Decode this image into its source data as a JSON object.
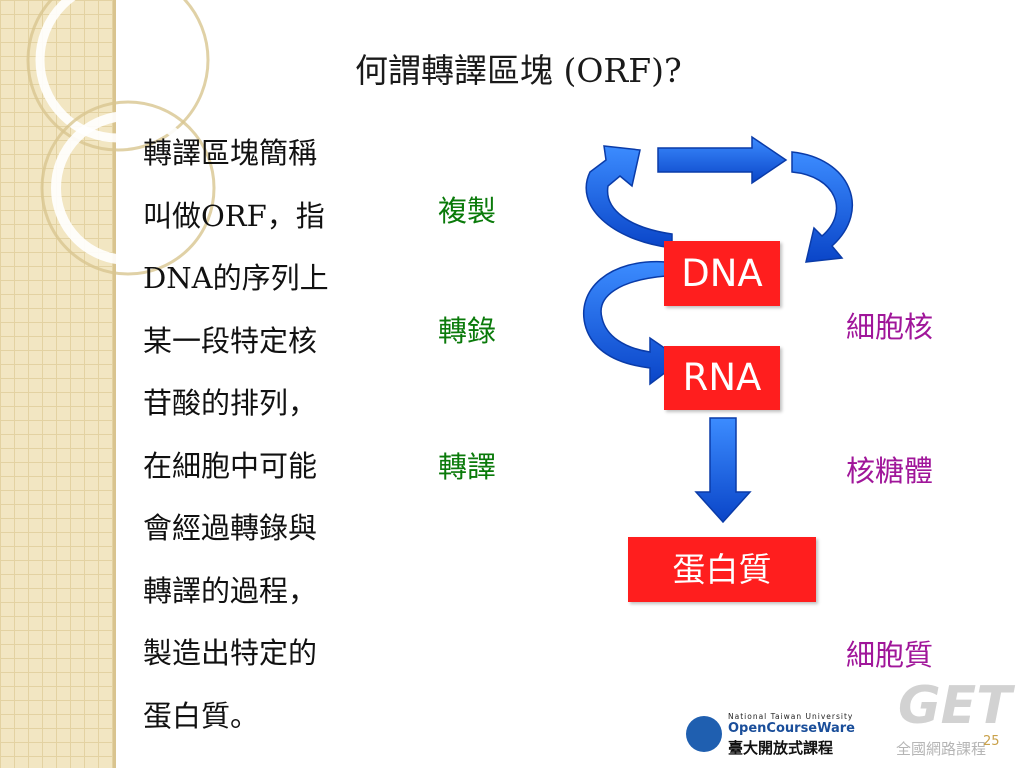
{
  "slide": {
    "title": "何謂轉譯區塊 (ORF)?",
    "body_lines": [
      "轉譯區塊簡稱",
      "叫做ORF，指",
      "DNA的序列上",
      "某一段特定核",
      "苷酸的排列，",
      "在細胞中可能",
      "會經過轉錄與",
      "轉譯的過程，",
      "製造出特定的",
      "蛋白質。"
    ],
    "page_number": "25"
  },
  "diagram": {
    "process_labels": {
      "replication": "複製",
      "transcription": "轉錄",
      "translation": "轉譯"
    },
    "location_labels": {
      "nucleus": "細胞核",
      "ribosome": "核糖體",
      "cytoplasm": "細胞質"
    },
    "boxes": {
      "dna": "DNA",
      "rna": "RNA",
      "protein": "蛋白質"
    },
    "colors": {
      "box": "#ff1e1e",
      "arrow": "#1565e6",
      "process_label": "#0a7a0a",
      "location_label": "#a0169a"
    }
  },
  "logos": {
    "ntu_university": "National Taiwan University",
    "ntu_ocw": "OpenCourseWare",
    "ntu_chinese": "臺大開放式課程"
  }
}
